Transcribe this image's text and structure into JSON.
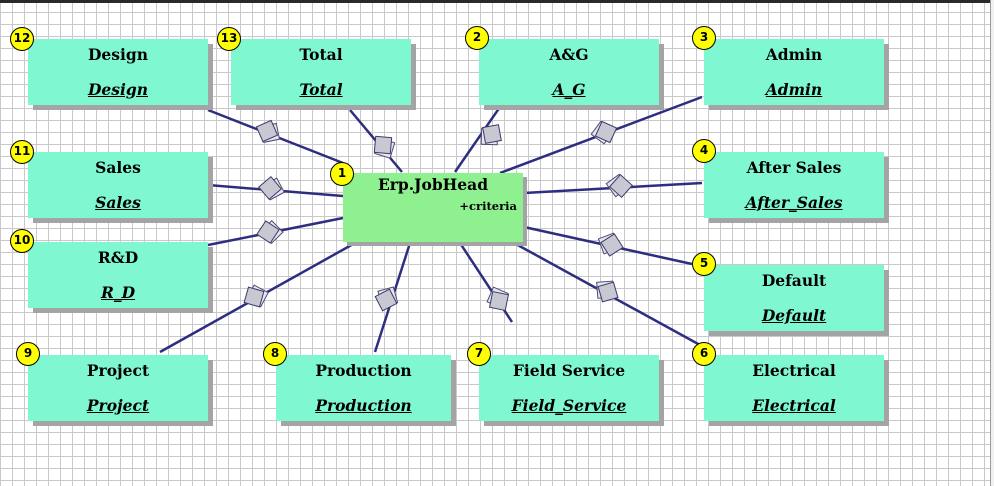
{
  "main": {
    "badge": "1",
    "title": "Erp.JobHead",
    "criteria": "+criteria"
  },
  "boxes": [
    {
      "badge": "2",
      "title": "A&G",
      "sub": "A_G"
    },
    {
      "badge": "3",
      "title": "Admin",
      "sub": "Admin"
    },
    {
      "badge": "4",
      "title": "After Sales",
      "sub": "After_Sales"
    },
    {
      "badge": "5",
      "title": "Default",
      "sub": "Default"
    },
    {
      "badge": "6",
      "title": "Electrical",
      "sub": "Electrical"
    },
    {
      "badge": "7",
      "title": "Field Service",
      "sub": "Field_Service"
    },
    {
      "badge": "8",
      "title": "Production",
      "sub": "Production"
    },
    {
      "badge": "9",
      "title": "Project",
      "sub": "Project"
    },
    {
      "badge": "10",
      "title": "R&D",
      "sub": "R_D"
    },
    {
      "badge": "11",
      "title": "Sales",
      "sub": "Sales"
    },
    {
      "badge": "12",
      "title": "Design",
      "sub": "Design"
    },
    {
      "badge": "13",
      "title": "Total",
      "sub": "Total"
    }
  ],
  "colors": {
    "box_fill": "#7ff7d0",
    "main_fill": "#8ef08e",
    "badge_fill": "#ffff00",
    "link_line": "#2e2e80",
    "link_diamond": "#c8c8d2"
  }
}
